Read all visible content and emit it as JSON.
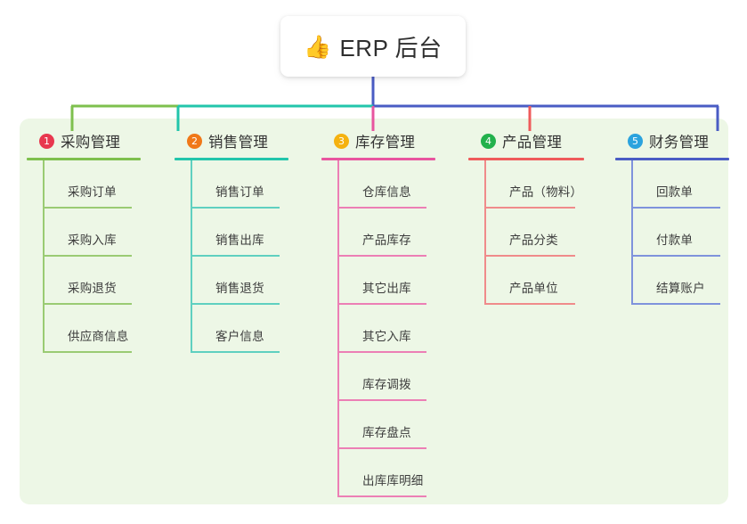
{
  "diagram": {
    "type": "mind-map",
    "title": "ERP 后台",
    "background_color": "#ffffff",
    "panel_color": "#edf7e6"
  },
  "root": {
    "icon": "thumbs-up-icon",
    "emoji": "👍",
    "label": "ERP 后台"
  },
  "connector_colors": {
    "segment_green": "#7ec04e",
    "segment_teal": "#22c5ab",
    "segment_blue": "#4a5cc4",
    "drop_pink": "#e8559f",
    "drop_red": "#ef5b5b",
    "trunk": "#4a5cc4"
  },
  "branches": [
    {
      "number": "1",
      "label": "采购管理",
      "badge_color": "#e8384f",
      "line_color": "#7ec04e",
      "leaf_color": "#9acb73",
      "children": [
        {
          "label": "采购订单"
        },
        {
          "label": "采购入库"
        },
        {
          "label": "采购退货"
        },
        {
          "label": "供应商信息"
        }
      ]
    },
    {
      "number": "2",
      "label": "销售管理",
      "badge_color": "#f07818",
      "line_color": "#22c5ab",
      "leaf_color": "#5fd0c0",
      "children": [
        {
          "label": "销售订单"
        },
        {
          "label": "销售出库"
        },
        {
          "label": "销售退货"
        },
        {
          "label": "客户信息"
        }
      ]
    },
    {
      "number": "3",
      "label": "库存管理",
      "badge_color": "#f5b210",
      "line_color": "#e8559f",
      "leaf_color": "#ec7fb5",
      "children": [
        {
          "label": "仓库信息"
        },
        {
          "label": "产品库存"
        },
        {
          "label": "其它出库"
        },
        {
          "label": "其它入库"
        },
        {
          "label": "库存调拨"
        },
        {
          "label": "库存盘点"
        },
        {
          "label": "出库库明细"
        }
      ]
    },
    {
      "number": "4",
      "label": "产品管理",
      "badge_color": "#22b14c",
      "line_color": "#ef5b5b",
      "leaf_color": "#f08b8b",
      "children": [
        {
          "label": "产品（物料）"
        },
        {
          "label": "产品分类"
        },
        {
          "label": "产品单位"
        }
      ]
    },
    {
      "number": "5",
      "label": "财务管理",
      "badge_color": "#2ba3de",
      "line_color": "#4a5cc4",
      "leaf_color": "#7f93dc",
      "children": [
        {
          "label": "回款单"
        },
        {
          "label": "付款单"
        },
        {
          "label": "结算账户"
        }
      ]
    }
  ]
}
